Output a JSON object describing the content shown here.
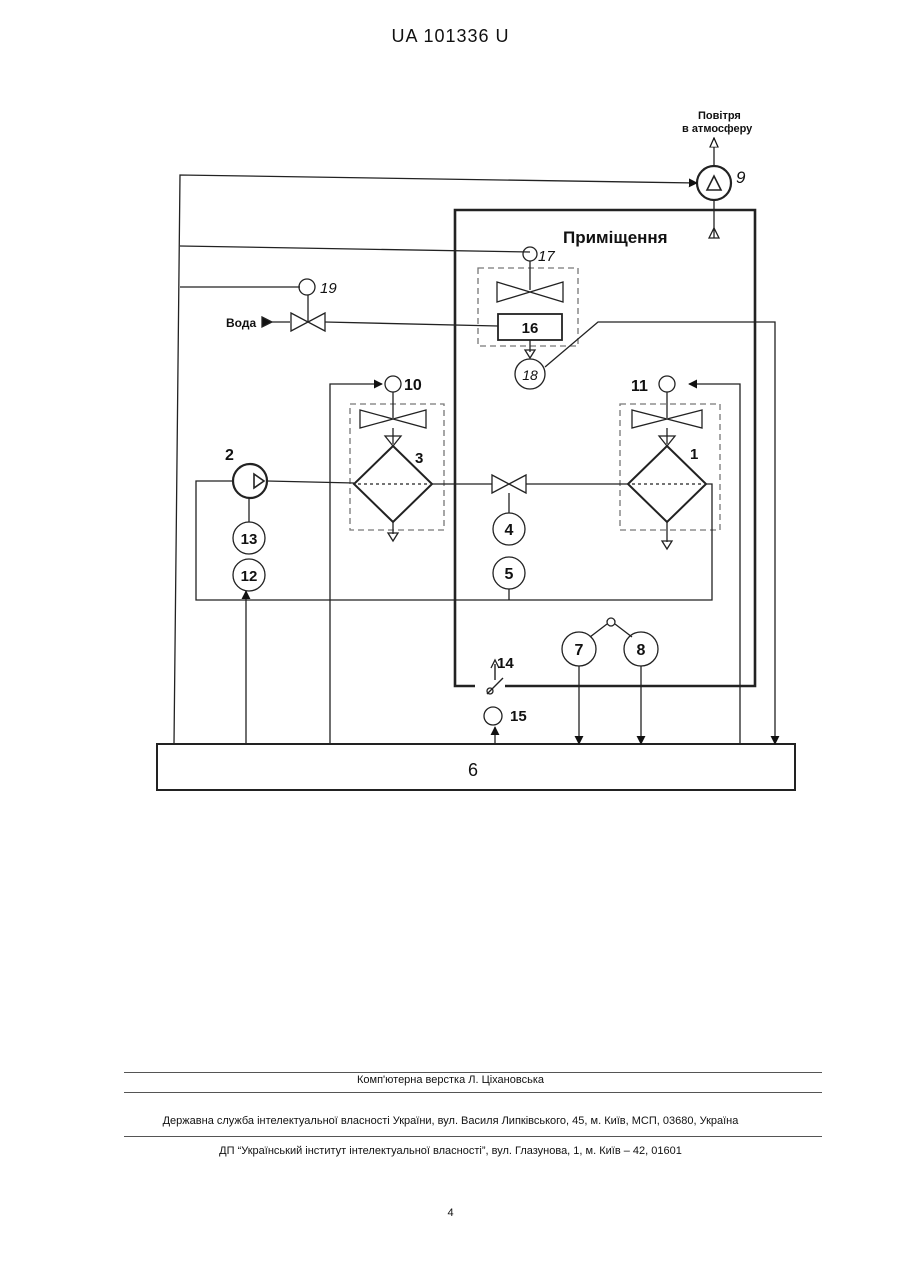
{
  "header": {
    "doc_number": "UA   101336   U"
  },
  "diagram": {
    "room_label": "Приміщення",
    "air_out_line1": "Повітря",
    "air_out_line2": "в атмосферу",
    "water_label": "Вода",
    "labels": {
      "n1": "1",
      "n2": "2",
      "n3": "3",
      "n4": "4",
      "n5": "5",
      "n6": "6",
      "n7": "7",
      "n8": "8",
      "n9": "9",
      "n10": "10",
      "n11": "11",
      "n12": "12",
      "n13": "13",
      "n14": "14",
      "n15": "15",
      "n16": "16",
      "n17": "17",
      "n18": "18",
      "n19": "19"
    }
  },
  "footer": {
    "layout_credit": "Комп'ютерна верстка Л. Ціхановська",
    "agency": "Державна служба інтелектуальної власності України, вул. Василя Липківського, 45, м. Київ, МСП, 03680, Україна",
    "institute": "ДП “Український інститут інтелектуальної власності”, вул. Глазунова, 1, м. Київ – 42, 01601",
    "page_number": "4"
  }
}
